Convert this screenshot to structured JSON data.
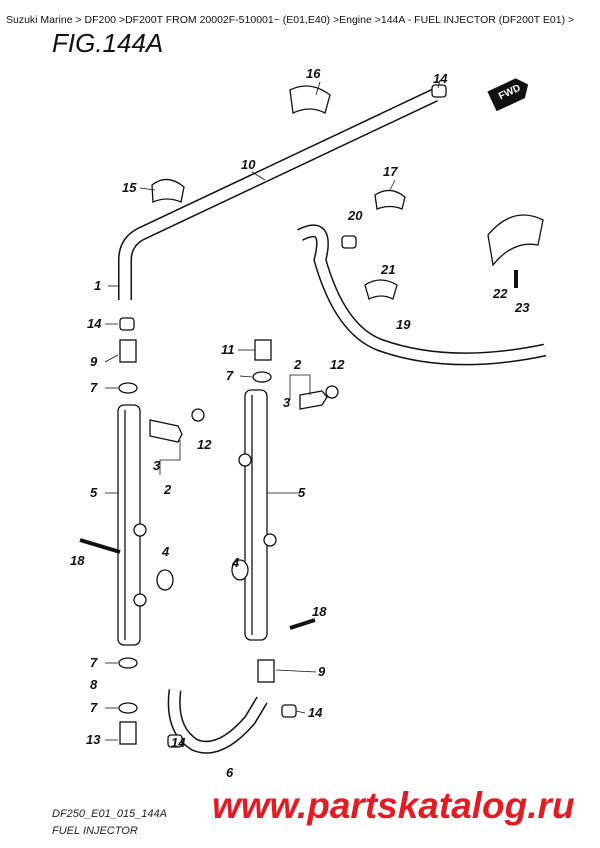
{
  "breadcrumb": [
    {
      "label": "Suzuki Marine",
      "sep": " > "
    },
    {
      "label": "DF200",
      "sep": " >"
    },
    {
      "label": "DF200T FROM 20002F-510001~ (E01,E40)",
      "sep": " >"
    },
    {
      "label": "Engine",
      "sep": " >"
    },
    {
      "label": "144A - FUEL INJECTOR (DF200T E01)",
      "sep": " >"
    }
  ],
  "figure_title": "FIG.144A",
  "fwd_label": "FWD",
  "callouts": [
    "16",
    "14",
    "10",
    "15",
    "17",
    "20",
    "1",
    "21",
    "22",
    "23",
    "14",
    "19",
    "9",
    "11",
    "2",
    "12",
    "7",
    "7",
    "3",
    "12",
    "3",
    "2",
    "5",
    "5",
    "4",
    "18",
    "4",
    "18",
    "7",
    "9",
    "8",
    "7",
    "14",
    "13",
    "14",
    "6"
  ],
  "watermark": "www.partskatalog.ru",
  "drawing_code": "DF250_E01_015_144A",
  "drawing_title": "FUEL INJECTOR"
}
